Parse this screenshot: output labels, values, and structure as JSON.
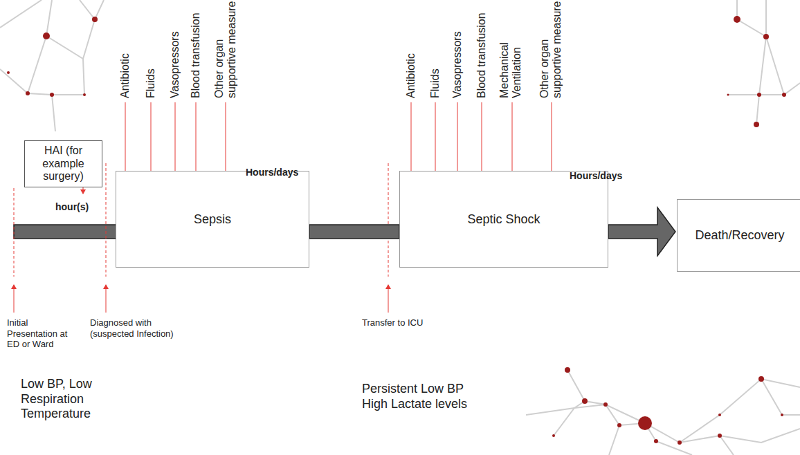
{
  "diagram": {
    "nodes": [
      {
        "text": [
          "HAI (for example surgery)"
        ]
      },
      {
        "text": [
          "Sepsis"
        ]
      },
      {
        "text": [
          "Septic Shock"
        ]
      },
      {
        "text": [
          "Death/Recovery"
        ]
      }
    ],
    "edges": [
      {
        "from": 1,
        "to": 2,
        "arrow": "none"
      },
      {
        "from": 2,
        "to": 3,
        "arrow": "to"
      }
    ],
    "labels": [
      "Antibiotic",
      "Fluids",
      "Vasopressors",
      "Blood transfusion",
      "Other organ supportive measure",
      "hour(s)",
      "Hours/days",
      "Initial Presentation at ED or Ward",
      "Diagnosed with (suspected Infection)",
      "Low BP, Low Respiration Temperature",
      "Antibiotic",
      "Fluids",
      "Vasopressors",
      "Blood transfusion",
      "Mechanical Ventilation",
      "Other organ supportive measure",
      "Hours/days",
      "Transfer to ICU",
      "Persistent Low BP High Lactate levels"
    ]
  }
}
